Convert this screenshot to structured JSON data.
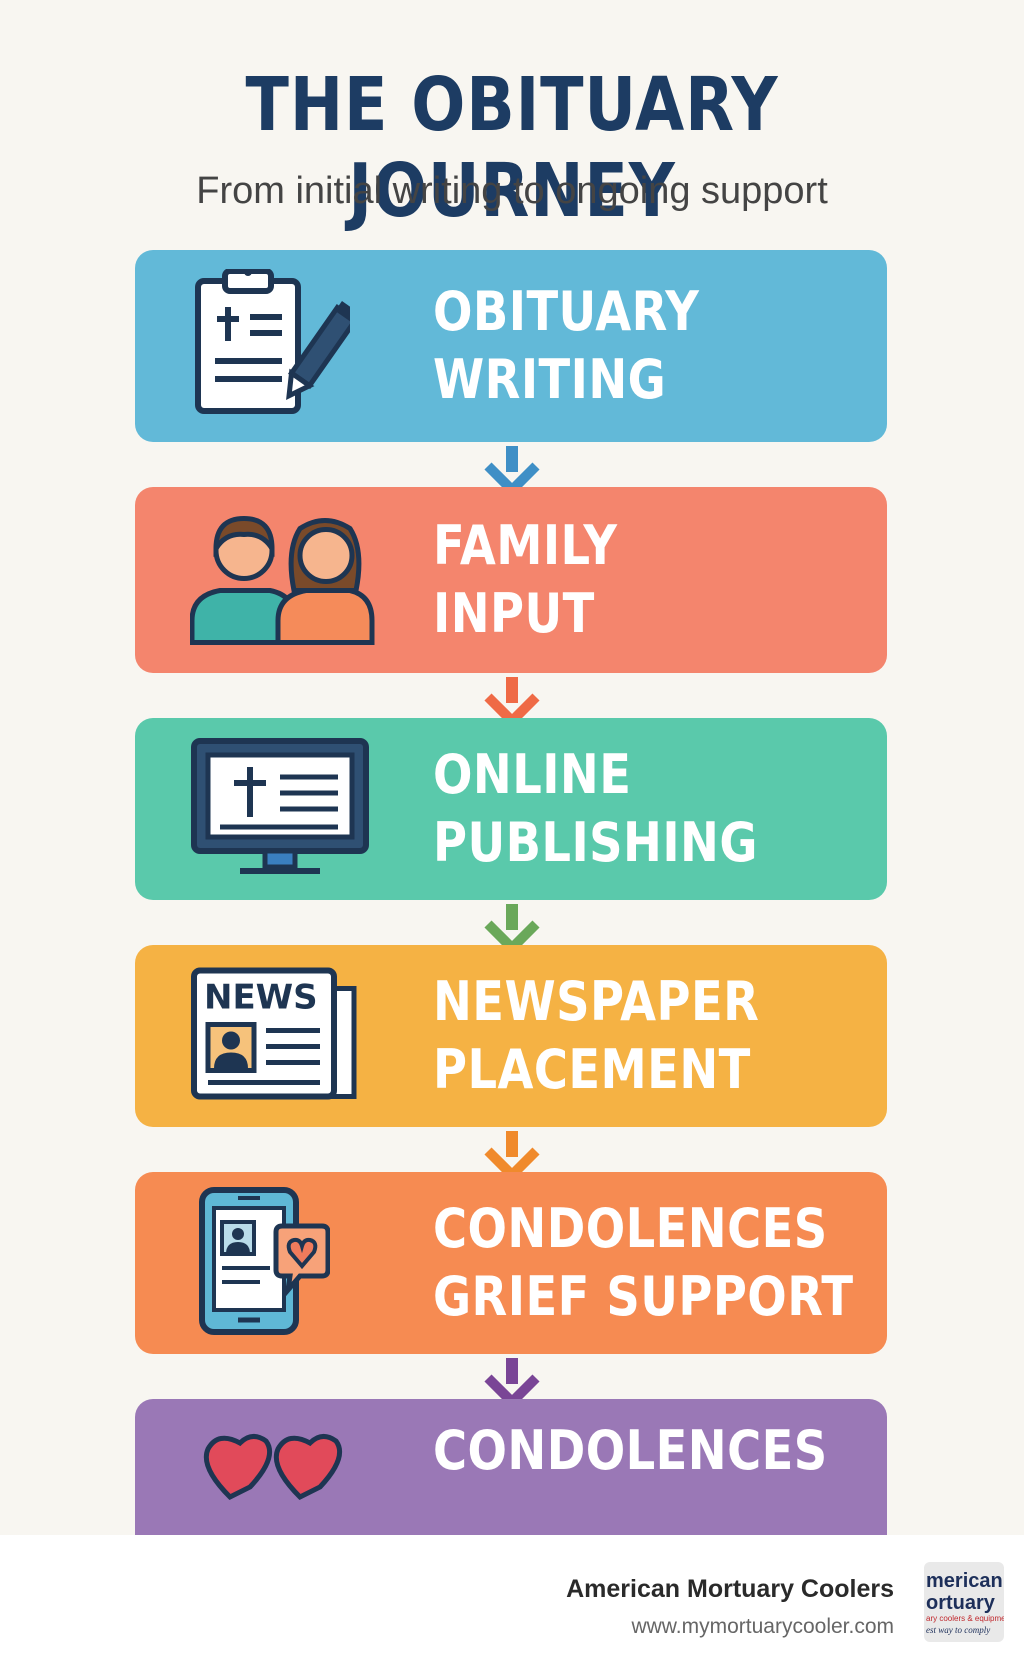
{
  "header": {
    "title": "THE OBITUARY JOURNEY",
    "subtitle": "From initial writing to ongoing support"
  },
  "steps": [
    {
      "line1": "OBITUARY",
      "line2": "WRITING",
      "icon": "clipboard-pen-icon",
      "color": "#62b9d8",
      "arrow_color": "#3f8fc6"
    },
    {
      "line1": "FAMILY",
      "line2": "INPUT",
      "icon": "family-icon",
      "color": "#f4856d",
      "arrow_color": "#ef6a46"
    },
    {
      "line1": "ONLINE",
      "line2": "PUBLISHING",
      "icon": "computer-monitor-icon",
      "color": "#5ac9ab",
      "arrow_color": "#6aa85a"
    },
    {
      "line1": "NEWSPAPER",
      "line2": "PLACEMENT",
      "icon": "newspaper-icon",
      "color": "#f5b244",
      "arrow_color": "#f08a2c"
    },
    {
      "line1": "CONDOLENCES",
      "line2": "GRIEF SUPPORT",
      "icon": "phone-heart-icon",
      "color": "#f68b52",
      "arrow_color": "#7a4596"
    },
    {
      "line1": "CONDOLENCES",
      "icon": "hearts-icon",
      "color": "#9a78b6"
    }
  ],
  "newspaper_icon_text": "NEWS",
  "footer": {
    "brand_name": "American Mortuary Coolers",
    "url": "www.mymortuarycooler.com",
    "logo_line1": "merican",
    "logo_line2": "ortuary",
    "logo_line3": "ary coolers & equipment",
    "logo_line4": "est way to comply"
  }
}
